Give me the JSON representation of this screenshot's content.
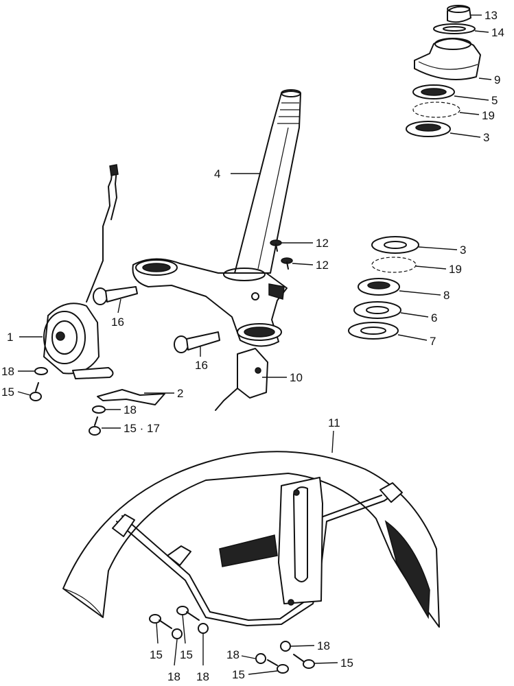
{
  "colors": {
    "ink": "#111111",
    "paper": "#ffffff"
  },
  "labels": {
    "l13": "13",
    "l14": "14",
    "l9": "9",
    "l5": "5",
    "l19a": "19",
    "l3a": "3",
    "l4": "4",
    "l12a": "12",
    "l12b": "12",
    "l3b": "3",
    "l19b": "19",
    "l8": "8",
    "l6": "6",
    "l7": "7",
    "l16a": "16",
    "l16b": "16",
    "l1": "1",
    "l10": "10",
    "l18a": "18",
    "l15a": "15",
    "l2": "2",
    "l18b": "18",
    "l1517": "15 · 17",
    "l11": "11",
    "l15b": "15",
    "l15c": "15",
    "l18c": "18",
    "l18d": "18",
    "l18e": "18",
    "l18f": "18",
    "l15d": "15",
    "l15e": "15"
  }
}
